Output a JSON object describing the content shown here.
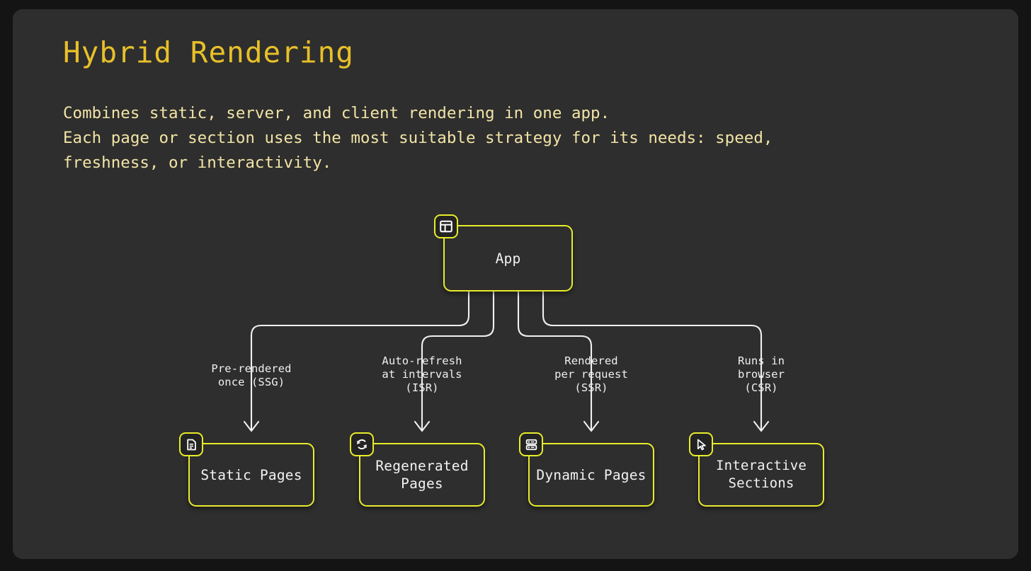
{
  "slide": {
    "title": "Hybrid Rendering",
    "description": "Combines static, server, and client rendering in one app.\nEach page or section uses the most suitable strategy for its needs: speed,\nfreshness, or interactivity.",
    "background_color": "#2e2e2e",
    "page_background_color": "#141414",
    "title_color": "#e8c029",
    "description_color": "#f2e4a6",
    "accent_color": "#e8ec2a",
    "node_text_color": "#f2f2f2",
    "edge_color": "#f0f0f0"
  },
  "diagram": {
    "type": "tree",
    "root": {
      "id": "app",
      "label": "App",
      "icon": "layout-icon"
    },
    "children": [
      {
        "id": "static-pages",
        "label": "Static Pages",
        "icon": "document-icon",
        "edge_label": "Pre-rendered\nonce (SSG)"
      },
      {
        "id": "regenerated-pages",
        "label": "Regenerated\nPages",
        "icon": "refresh-icon",
        "edge_label": "Auto-refresh\nat intervals\n(ISR)"
      },
      {
        "id": "dynamic-pages",
        "label": "Dynamic Pages",
        "icon": "server-icon",
        "edge_label": "Rendered\nper request\n(SSR)"
      },
      {
        "id": "interactive-sections",
        "label": "Interactive\nSections",
        "icon": "cursor-icon",
        "edge_label": "Runs in\nbrowser\n(CSR)"
      }
    ]
  }
}
